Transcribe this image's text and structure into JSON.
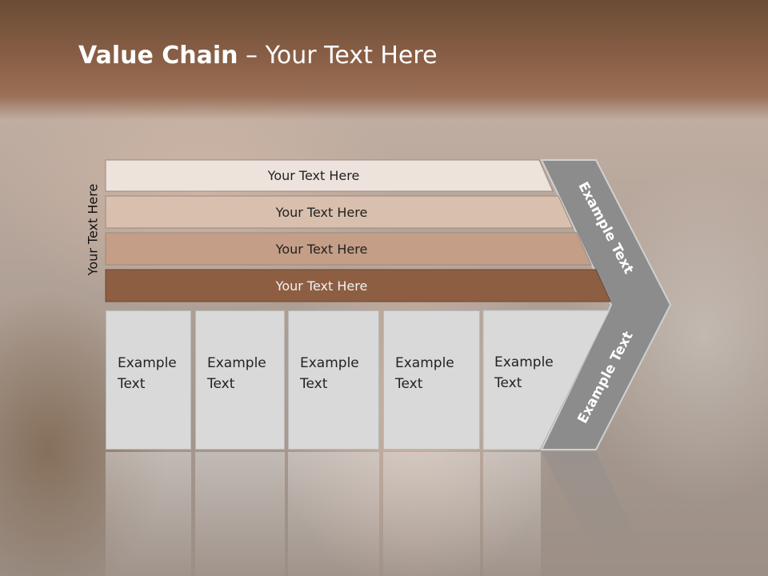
{
  "title": {
    "bold": "Value Chain",
    "rest": " – Your Text Here"
  },
  "side_label": "Your Text Here",
  "bands": [
    {
      "label": "Your Text Here",
      "color": "#ede3dc"
    },
    {
      "label": "Your Text Here",
      "color": "#d9bfad"
    },
    {
      "label": "Your Text Here",
      "color": "#c49e86"
    },
    {
      "label": "Your Text Here",
      "color": "#8e5e43"
    }
  ],
  "cells": [
    {
      "line1": "Example",
      "line2": "Text"
    },
    {
      "line1": "Example",
      "line2": "Text"
    },
    {
      "line1": "Example",
      "line2": "Text"
    },
    {
      "line1": "Example",
      "line2": "Text"
    },
    {
      "line1": "Example",
      "line2": "Text"
    }
  ],
  "chevron": {
    "upper_label": "Example Text",
    "lower_label": "Example Text",
    "color": "#8c8c8c"
  }
}
